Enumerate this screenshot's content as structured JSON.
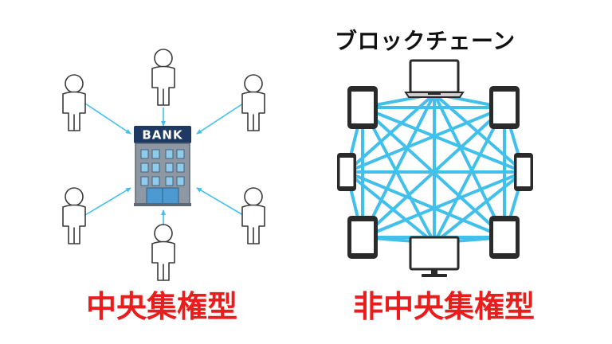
{
  "left": {
    "bank_label": "BANK",
    "caption": "中央集権型"
  },
  "right": {
    "title": "ブロックチェーン",
    "caption": "非中央集権型"
  },
  "colors": {
    "caption": "#ea1d1d",
    "connector": "#42c0ec",
    "bank_sign": "#1e3a62",
    "device": "#2a2a2a"
  },
  "icons": [
    "person-icon",
    "bank-building-icon",
    "tablet-icon",
    "phone-icon",
    "laptop-icon",
    "monitor-icon"
  ]
}
